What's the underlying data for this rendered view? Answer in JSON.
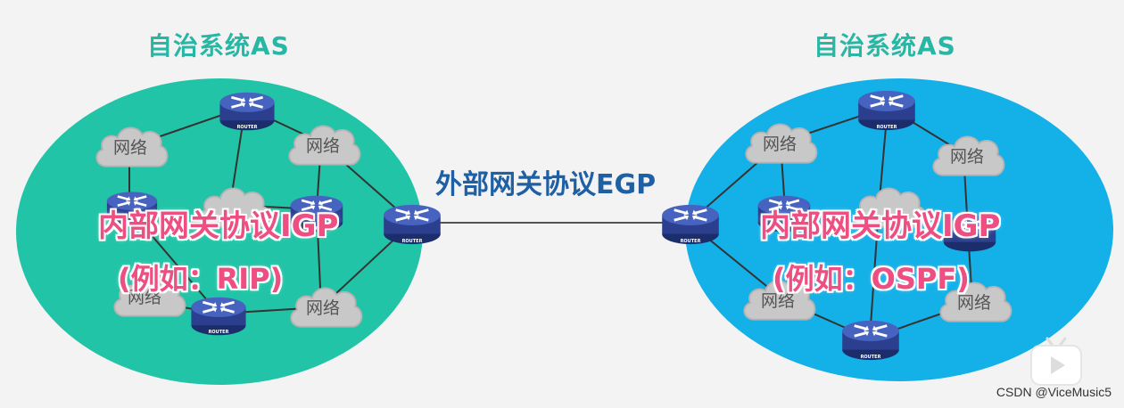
{
  "as_title": "自治系统AS",
  "egp_label": "外部网关协议EGP",
  "igp_label": "内部网关协议IGP",
  "left_example": "(例如：RIP)",
  "right_example": "(例如：OSPF)",
  "network_label": "网络",
  "router_label": "ROUTER",
  "watermark": "CSDN @ViceMusic5",
  "colors": {
    "left_as_fill": "#21c4a7",
    "right_as_fill": "#14b0e8",
    "title_color": "#27b7a4",
    "egp_color": "#1f5fa3",
    "igp_color": "#ee4f82",
    "router_body": "#2f4aa0",
    "cloud": "#c8c8c8"
  },
  "icons": [
    "router-icon",
    "network-cloud-icon",
    "video-player-icon"
  ]
}
